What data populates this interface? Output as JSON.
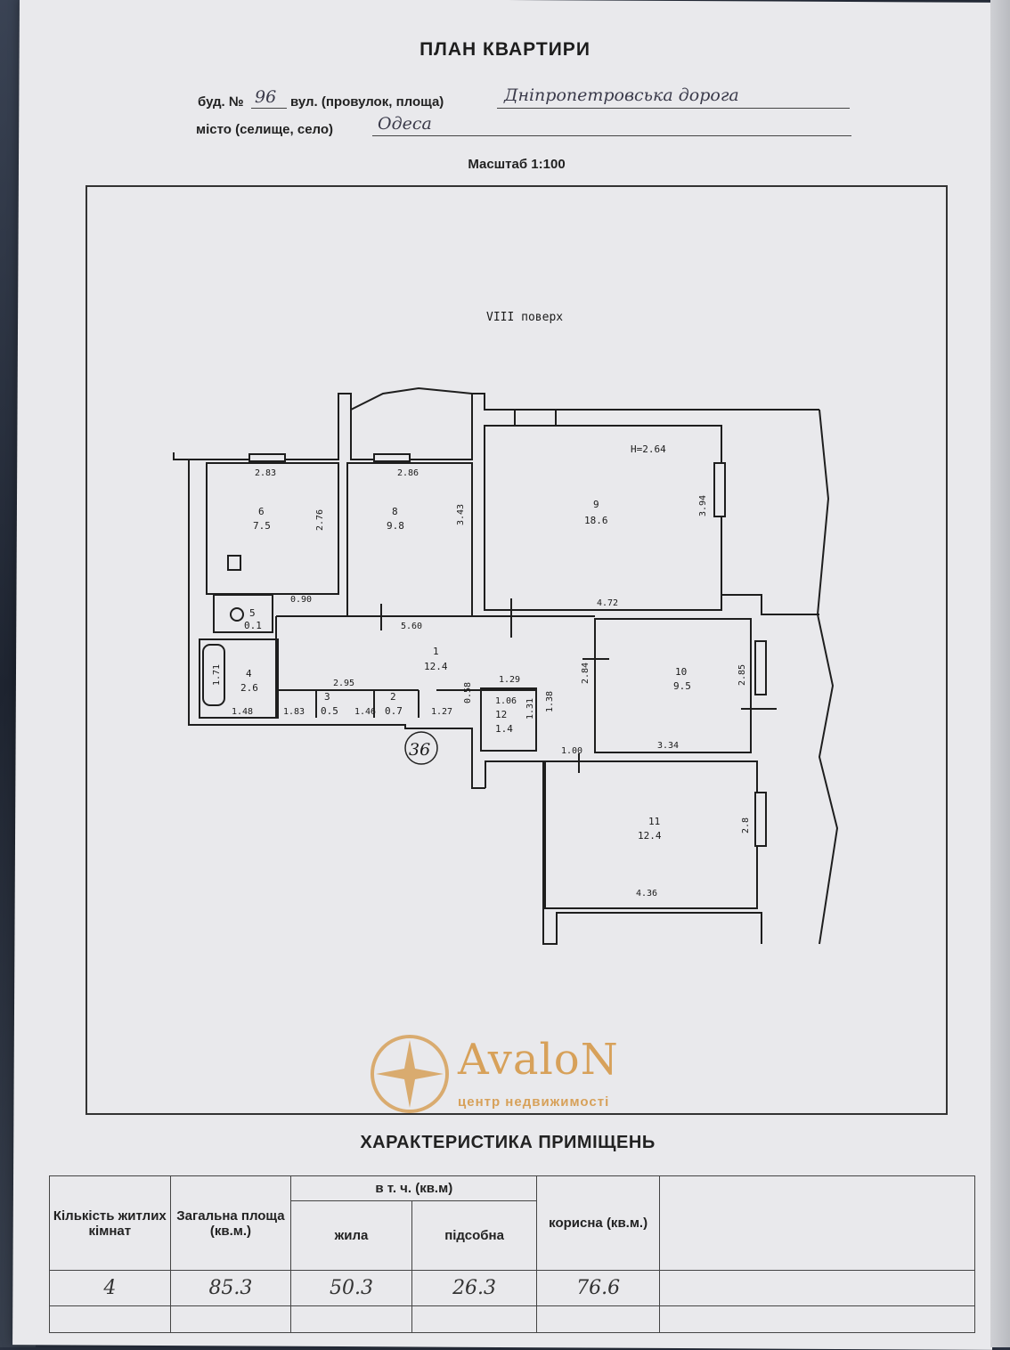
{
  "document": {
    "title": "ПЛАН КВАРТИРИ",
    "building_label": "буд. №",
    "building_number": "96",
    "street_label": "вул. (провулок, площа)",
    "street_value": "Дніпропетровська дорога",
    "city_label": "місто (селище, село)",
    "city_value": "Одеса",
    "scale": "Масштаб 1:100"
  },
  "plan": {
    "floor": "VIII поверх",
    "apartment_number": "36",
    "height_note": "H=2.64",
    "rooms": [
      {
        "num": "6",
        "area": "7.5"
      },
      {
        "num": "8",
        "area": "9.8"
      },
      {
        "num": "9",
        "area": "18.6"
      },
      {
        "num": "5",
        "area": "0.1"
      },
      {
        "num": "1",
        "area": "12.4"
      },
      {
        "num": "4",
        "area": "2.6"
      },
      {
        "num": "3",
        "area": "0.5"
      },
      {
        "num": "2",
        "area": "0.7"
      },
      {
        "num": "10",
        "area": "9.5"
      },
      {
        "num": "12",
        "area": "1.4"
      },
      {
        "num": "11",
        "area": "12.4"
      }
    ],
    "dimensions": [
      "2.83",
      "2.86",
      "2.76",
      "3.43",
      "3.94",
      "4.72",
      "5.60",
      "0.90",
      "1.71",
      "1.48",
      "1.83",
      "1.46",
      "2.95",
      "1.29",
      "1.06",
      "1.38",
      "2.84",
      "2.85",
      "3.34",
      "1.00",
      "2.8",
      "4.36",
      "0.58",
      "1.27",
      "1.31"
    ]
  },
  "watermark": {
    "brand": "AvaloN",
    "tagline": "центр недвижимості"
  },
  "characteristics": {
    "title": "ХАРАКТЕРИСТИКА ПРИМІЩЕНЬ",
    "headers": {
      "rooms_count": "Кількість житлих кімнат",
      "total_area": "Загальна площа (кв.м.)",
      "incl": "в т. ч. (кв.м)",
      "living": "жила",
      "auxiliary": "підсобна",
      "useful": "корисна (кв.м.)"
    },
    "values": {
      "rooms_count": "4",
      "total_area": "85.3",
      "living": "50.3",
      "auxiliary": "26.3",
      "useful": "76.6"
    }
  }
}
